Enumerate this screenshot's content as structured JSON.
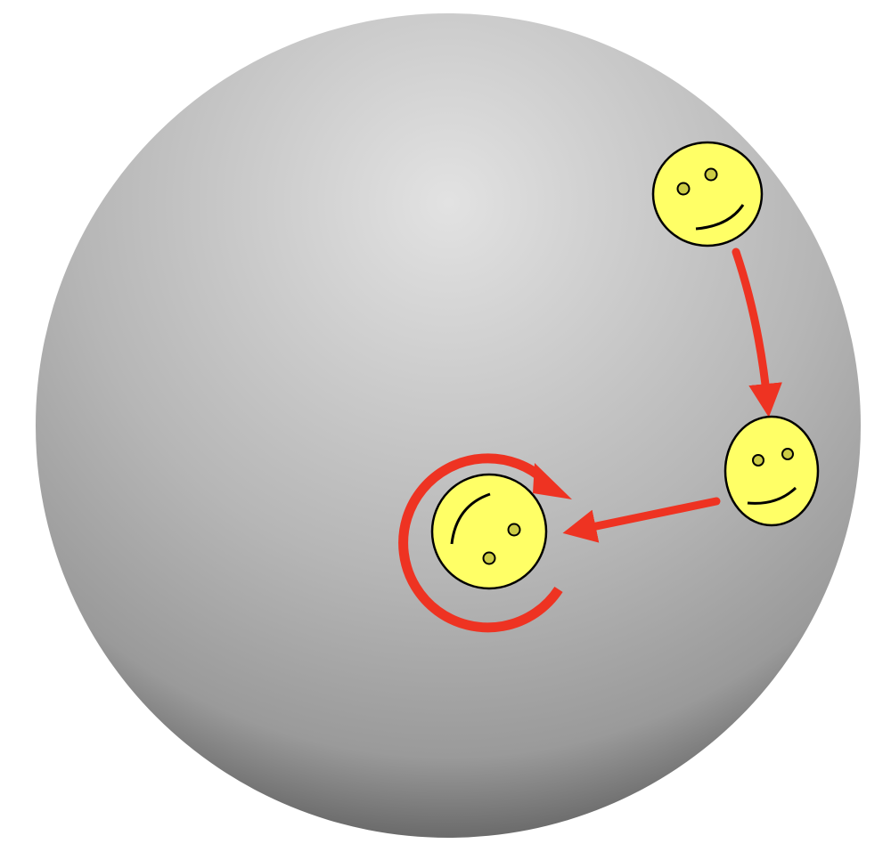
{
  "colors": {
    "background": "#ffffff",
    "sphere_highlight": "#e2e2e2",
    "sphere_mid": "#b4b4b4",
    "sphere_shadow": "#5a5a5a",
    "face_fill": "#ffff66",
    "face_stroke": "#000000",
    "eye_fill": "#cccc44",
    "arrow": "#ee3322"
  },
  "faces": [
    {
      "id": "start",
      "icon": "smiley-face-icon",
      "orientation": "upright"
    },
    {
      "id": "moved",
      "icon": "smiley-face-icon",
      "orientation": "upright"
    },
    {
      "id": "rotated",
      "icon": "smiley-face-icon",
      "orientation": "rotated"
    }
  ],
  "arrows": [
    {
      "from": "start",
      "to": "moved",
      "icon": "arrow-icon"
    },
    {
      "from": "moved",
      "to": "rotated",
      "icon": "arrow-icon"
    },
    {
      "around": "rotated",
      "icon": "circular-arrow-icon"
    }
  ]
}
